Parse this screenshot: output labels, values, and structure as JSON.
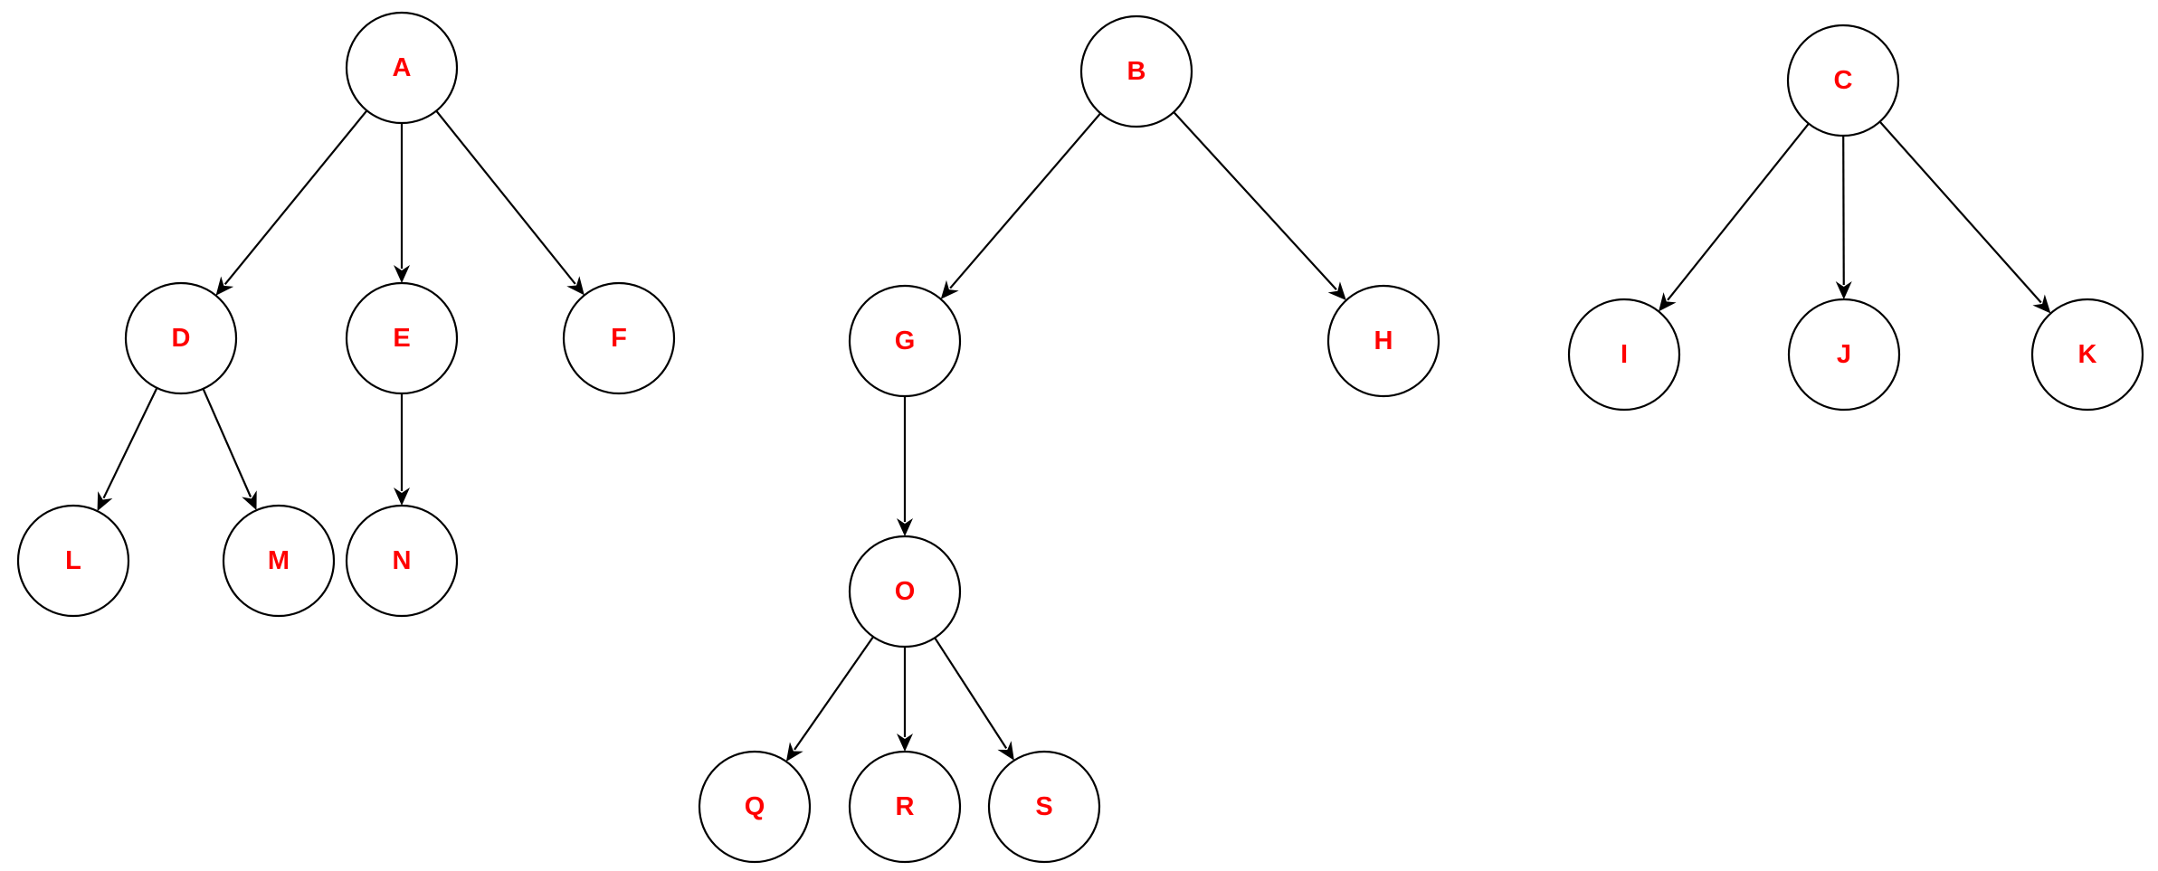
{
  "colors": {
    "label": "#ff0000",
    "stroke": "#000000",
    "fill": "#ffffff"
  },
  "nodes": [
    {
      "id": "A",
      "label": "A"
    },
    {
      "id": "B",
      "label": "B"
    },
    {
      "id": "C",
      "label": "C"
    },
    {
      "id": "D",
      "label": "D"
    },
    {
      "id": "E",
      "label": "E"
    },
    {
      "id": "F",
      "label": "F"
    },
    {
      "id": "G",
      "label": "G"
    },
    {
      "id": "H",
      "label": "H"
    },
    {
      "id": "I",
      "label": "I"
    },
    {
      "id": "J",
      "label": "J"
    },
    {
      "id": "K",
      "label": "K"
    },
    {
      "id": "L",
      "label": "L"
    },
    {
      "id": "M",
      "label": "M"
    },
    {
      "id": "N",
      "label": "N"
    },
    {
      "id": "O",
      "label": "O"
    },
    {
      "id": "Q",
      "label": "Q"
    },
    {
      "id": "R",
      "label": "R"
    },
    {
      "id": "S",
      "label": "S"
    }
  ],
  "edges": [
    {
      "from": "A",
      "to": "D"
    },
    {
      "from": "A",
      "to": "E"
    },
    {
      "from": "A",
      "to": "F"
    },
    {
      "from": "D",
      "to": "L"
    },
    {
      "from": "D",
      "to": "M"
    },
    {
      "from": "E",
      "to": "N"
    },
    {
      "from": "B",
      "to": "G"
    },
    {
      "from": "B",
      "to": "H"
    },
    {
      "from": "G",
      "to": "O"
    },
    {
      "from": "O",
      "to": "Q"
    },
    {
      "from": "O",
      "to": "R"
    },
    {
      "from": "O",
      "to": "S"
    },
    {
      "from": "C",
      "to": "I"
    },
    {
      "from": "C",
      "to": "J"
    },
    {
      "from": "C",
      "to": "K"
    }
  ]
}
